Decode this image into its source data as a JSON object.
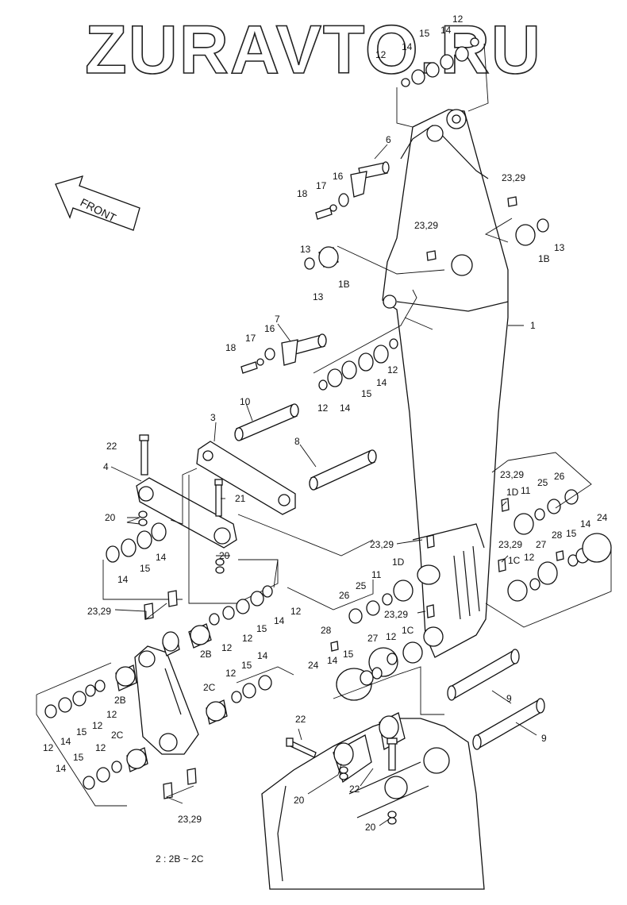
{
  "watermark": "ZURAVTO.RU",
  "direction_label": "FRONT",
  "footnote": "2 : 2B ~ 2C",
  "callouts": {
    "a12a": "12",
    "a14a": "14",
    "a15a": "15",
    "a14b": "14",
    "a12b": "12",
    "c6": "6",
    "c16a": "16",
    "c17a": "17",
    "c18a": "18",
    "c2329a": "23,29",
    "c2329b": "23,29",
    "c13a": "13",
    "c1Ba": "1B",
    "c13b": "13",
    "c1Bb": "1B",
    "c7": "7",
    "c16b": "16",
    "c17b": "17",
    "c18b": "18",
    "c1": "1",
    "b12a": "12",
    "b14a": "14",
    "b15a": "15",
    "b14b": "14",
    "b12b": "12",
    "c10": "10",
    "c3": "3",
    "c22a": "22",
    "c4": "4",
    "c8": "8",
    "c21": "21",
    "c20a": "20",
    "c15c": "15",
    "c14c": "14",
    "c14d": "14",
    "c20b": "20",
    "c2329c": "23,29",
    "c2329d": "23,29",
    "c2329e": "23,29",
    "c2329f": "23,29",
    "c2329g": "23,29",
    "c26a": "26",
    "c25a": "25",
    "c11a": "11",
    "c1Da": "1D",
    "c26b": "26",
    "c25b": "25",
    "c11b": "11",
    "c1Db": "1D",
    "c24a": "24",
    "c14e": "14",
    "c15d": "15",
    "c28a": "28",
    "c12c": "12",
    "c27a": "27",
    "c1Ca": "1C",
    "c28b": "28",
    "c27b": "27",
    "c12d": "12",
    "c14f": "14",
    "c15e": "15",
    "c1Cb": "1C",
    "c24b": "24",
    "c12e": "12",
    "c14g": "14",
    "c15f": "15",
    "c12f": "12",
    "c2Ba": "2B",
    "c12g": "12",
    "c12h": "12",
    "c14h": "14",
    "c15g": "15",
    "c12i": "12",
    "c2Bb": "2B",
    "c12j": "12",
    "c14i": "14",
    "c15h": "15",
    "c12k": "12",
    "c2Ca": "2C",
    "c14j": "14",
    "c15i": "15",
    "c12l": "12",
    "c2Cb": "2C",
    "c9a": "9",
    "c9b": "9",
    "c22b": "22",
    "c22c": "22",
    "c20c": "20",
    "c20d": "20"
  }
}
